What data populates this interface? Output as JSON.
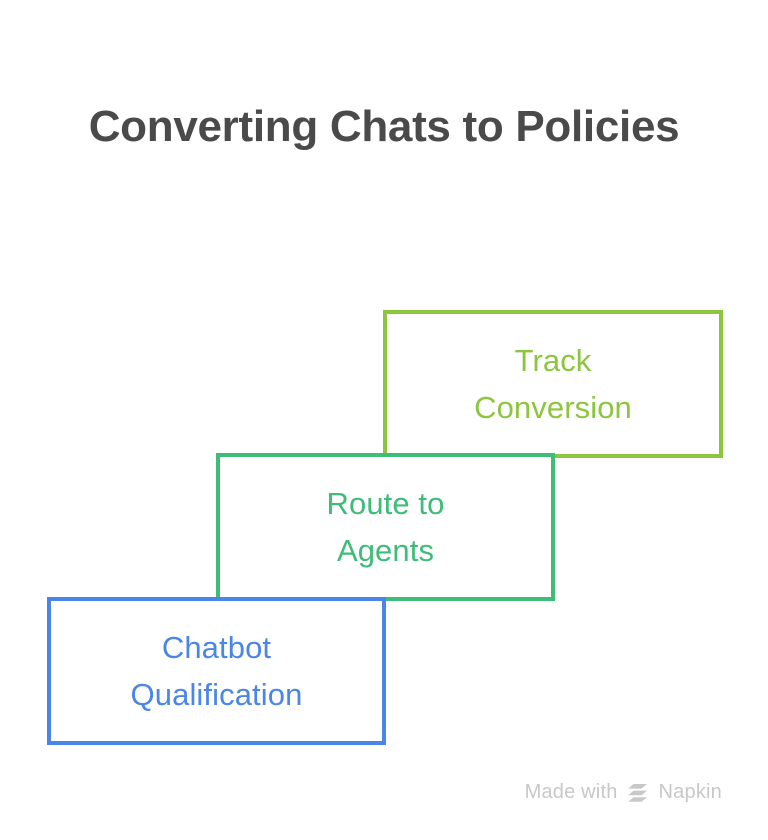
{
  "page": {
    "title": "Converting Chats to Policies",
    "background_color": "#ffffff",
    "title_color": "#4a4a4a"
  },
  "diagram_data": {
    "type": "staircase-steps",
    "orientation": "ascending-left-to-right",
    "step_count": 3,
    "steps": [
      {
        "label": "Track Conversion",
        "line1": "Track",
        "line2": "Conversion",
        "color": "#8cc63e",
        "order": 3,
        "position": "top"
      },
      {
        "label": "Route to Agents",
        "line1": "Route to",
        "line2": "Agents",
        "color": "#3dbd78",
        "order": 2,
        "position": "middle"
      },
      {
        "label": "Chatbot Qualification",
        "line1": "Chatbot",
        "line2": "Qualification",
        "color": "#4a86e8",
        "order": 1,
        "position": "bottom"
      }
    ]
  },
  "watermark": {
    "prefix": "Made with",
    "brand": "Napkin",
    "logo_icon": "napkin-logo-icon",
    "color": "#c8c8c8"
  }
}
